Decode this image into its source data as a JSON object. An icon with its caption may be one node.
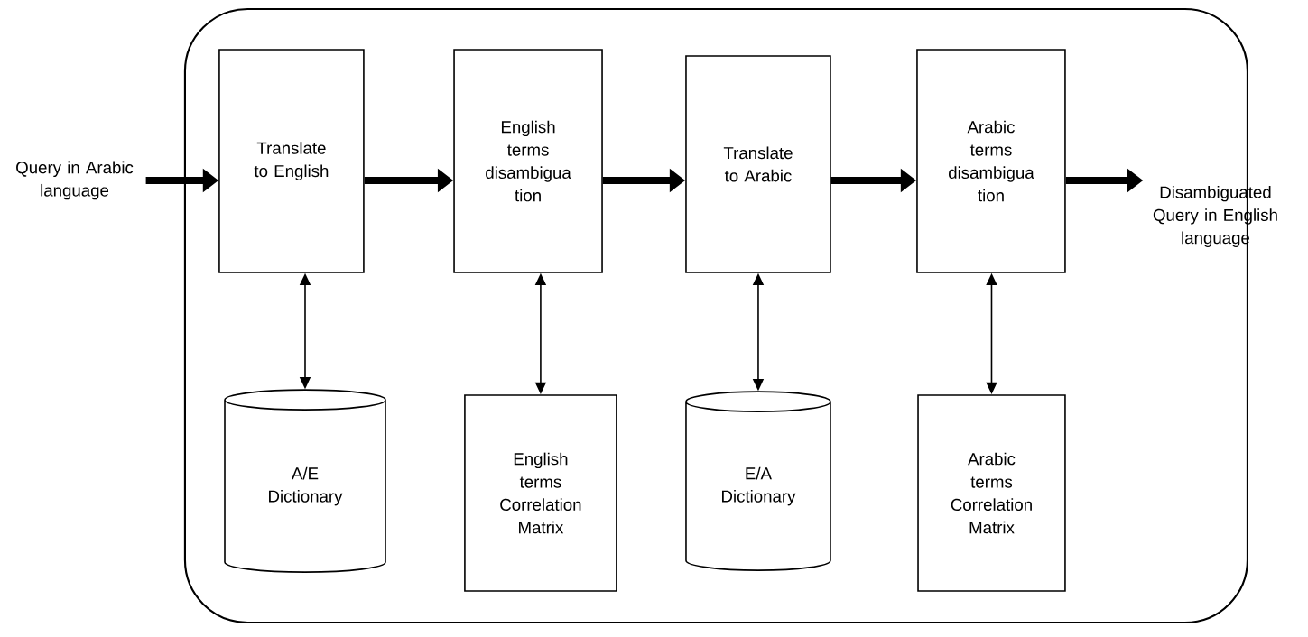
{
  "diagram": {
    "nodes": [
      {
        "text": [],
        "shape": "box"
      },
      {
        "text": [
          "Query in Arabic language"
        ]
      },
      {
        "text": [
          "Translate to English"
        ],
        "in": 0
      },
      {
        "text": [
          "English terms disambigua tion"
        ],
        "in": 0
      },
      {
        "text": [
          "Translate to Arabic"
        ],
        "in": 0
      },
      {
        "text": [
          "Arabic terms disambigua tion"
        ],
        "in": 0
      },
      {
        "text": [
          "Disambiguated Query in English language"
        ]
      },
      {
        "text": [
          "A/E Dictionary"
        ],
        "in": 0
      },
      {
        "text": [
          "English terms Correlation Matrix"
        ],
        "in": 0
      },
      {
        "text": [
          "E/A Dictionary"
        ],
        "in": 0
      },
      {
        "text": [
          "Arabic terms Correlation Matrix"
        ],
        "in": 0
      }
    ],
    "edges": [
      {
        "from": 1,
        "to": 2,
        "arrow": "to"
      },
      {
        "from": 2,
        "to": 3,
        "arrow": "to"
      },
      {
        "from": 3,
        "to": 4,
        "arrow": "to"
      },
      {
        "from": 4,
        "to": 5,
        "arrow": "to"
      },
      {
        "from": 5,
        "to": 6,
        "arrow": "to"
      },
      {
        "from": 2,
        "to": 7,
        "arrow": "both"
      },
      {
        "from": 3,
        "to": 8,
        "arrow": "both"
      },
      {
        "from": 4,
        "to": 9,
        "arrow": "both"
      },
      {
        "from": 5,
        "to": 10,
        "arrow": "both"
      }
    ]
  }
}
